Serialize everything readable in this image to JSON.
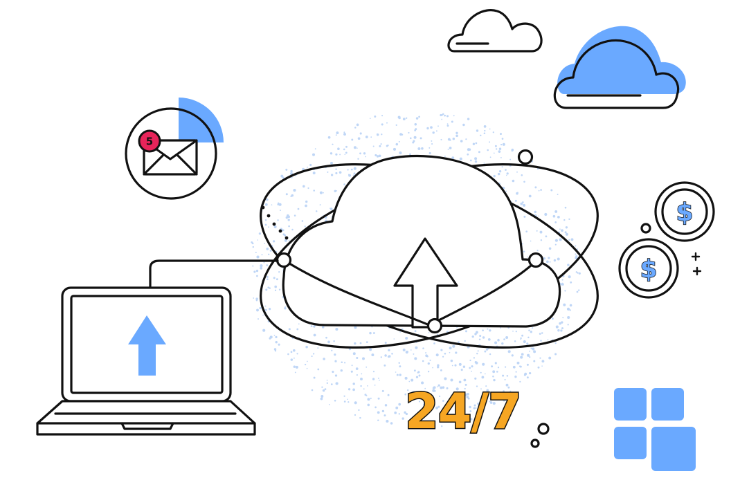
{
  "illustration": {
    "availability_label": "24/7",
    "mail_badge_count": "5",
    "coin_symbol": "$"
  },
  "colors": {
    "accent_blue": "#6aa9ff",
    "speckle_blue": "#bfd6f6",
    "label_orange": "#f6a623",
    "badge_pink": "#e8245a",
    "outline": "#111111"
  },
  "icons": [
    "cloud-upload-icon",
    "laptop-icon",
    "upload-arrow-icon",
    "mail-icon",
    "notification-badge",
    "dollar-coin-icon",
    "cloud-icon",
    "grid-tiles-icon"
  ]
}
